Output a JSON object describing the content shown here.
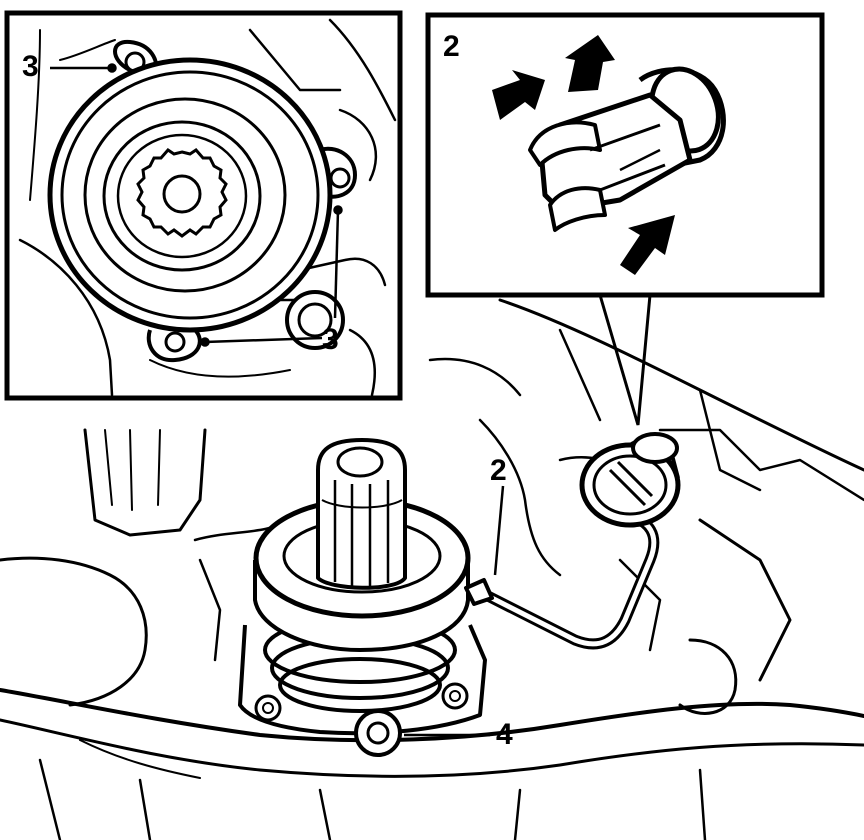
{
  "callouts": {
    "inset_left_top": "3",
    "inset_left_bottom": "3",
    "inset_right_id": "2",
    "main_line": "2",
    "main_bolt": "4"
  },
  "colors": {
    "ink": "#000000",
    "paper": "#ffffff"
  }
}
